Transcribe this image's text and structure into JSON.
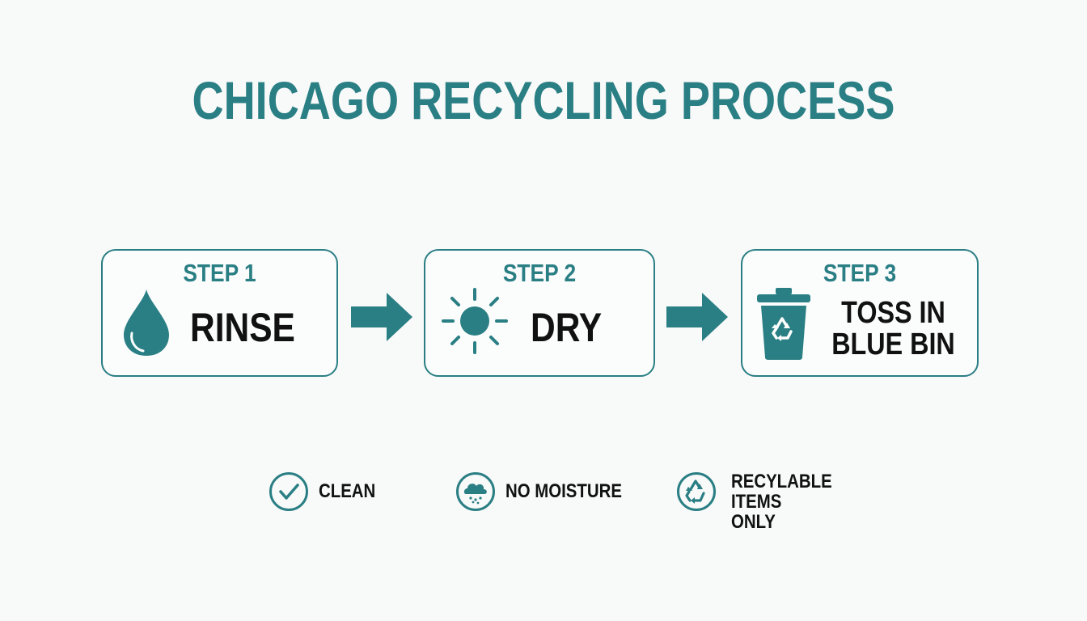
{
  "title": "CHICAGO RECYCLING PROCESS",
  "colors": {
    "accent": "#2a7f84",
    "text": "#111111",
    "background": "#f8f9f9"
  },
  "steps": [
    {
      "label": "STEP 1",
      "action": "RINSE",
      "icon": "water-drop-icon"
    },
    {
      "label": "STEP 2",
      "action": "DRY",
      "icon": "sun-icon"
    },
    {
      "label": "STEP 3",
      "action": "TOSS IN BLUE BIN",
      "icon": "recycling-bin-icon"
    }
  ],
  "connectors": [
    "arrow-right-icon",
    "arrow-right-icon"
  ],
  "legend": [
    {
      "text": "CLEAN",
      "icon": "checkmark-icon"
    },
    {
      "text": "NO MOISTURE",
      "icon": "rain-cloud-icon"
    },
    {
      "text": "RECYLABLE ITEMS ONLY",
      "icon": "recycle-icon"
    }
  ]
}
